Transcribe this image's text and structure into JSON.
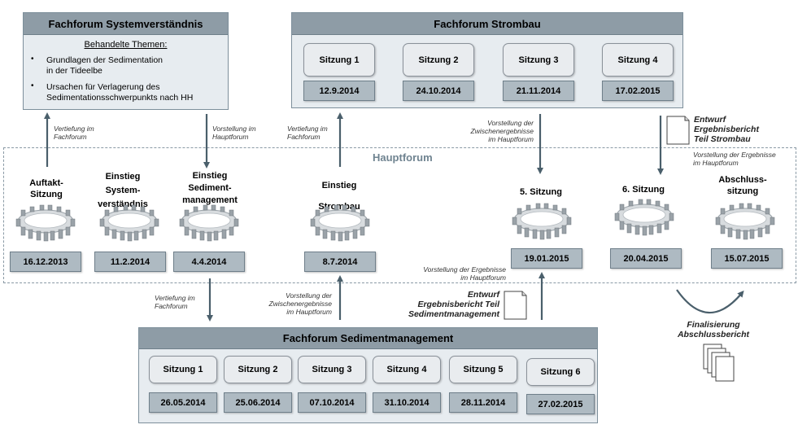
{
  "systemverstaendnis": {
    "title": "Fachforum Systemverständnis",
    "topics_heading": "Behandelte Themen:",
    "topic1_line1": "Grundlagen der Sedimentation",
    "topic1_line2": "in der Tideelbe",
    "topic2_line1": "Ursachen für Verlagerung des",
    "topic2_line2": "Sedimentationsschwerpunkts nach HH"
  },
  "strombau": {
    "title": "Fachforum Strombau",
    "sessions": [
      {
        "label": "Sitzung 1",
        "date": "12.9.2014"
      },
      {
        "label": "Sitzung 2",
        "date": "24.10.2014"
      },
      {
        "label": "Sitzung 3",
        "date": "21.11.2014"
      },
      {
        "label": "Sitzung 4",
        "date": "17.02.2015"
      }
    ]
  },
  "sedimentmanagement": {
    "title": "Fachforum Sedimentmanagement",
    "sessions": [
      {
        "label": "Sitzung 1",
        "date": "26.05.2014"
      },
      {
        "label": "Sitzung 2",
        "date": "25.06.2014"
      },
      {
        "label": "Sitzung 3",
        "date": "07.10.2014"
      },
      {
        "label": "Sitzung 4",
        "date": "31.10.2014"
      },
      {
        "label": "Sitzung 5",
        "date": "28.11.2014"
      },
      {
        "label": "Sitzung 6",
        "date": "27.02.2015"
      }
    ]
  },
  "hauptforum": {
    "title": "Hauptforum",
    "meetings": [
      {
        "l1": "Auftakt-",
        "l2": "Sitzung",
        "l3": "",
        "date": "16.12.2013"
      },
      {
        "l1": "Einstieg",
        "l2": "System-",
        "l3": "verständnis",
        "date": "11.2.2014"
      },
      {
        "l1": "Einstieg",
        "l2": "Sediment-",
        "l3": "management",
        "date": "4.4.2014"
      },
      {
        "l1": "Einstieg",
        "l2": "Strombau",
        "l3": "",
        "date": "8.7.2014"
      },
      {
        "l1": "5. Sitzung",
        "l2": "",
        "l3": "",
        "date": "19.01.2015"
      },
      {
        "l1": "6. Sitzung",
        "l2": "",
        "l3": "",
        "date": "20.04.2015"
      },
      {
        "l1": "Abschluss-",
        "l2": "sitzung",
        "l3": "",
        "date": "15.07.2015"
      }
    ]
  },
  "notes": {
    "vertiefung_a1": "Vertiefung im",
    "vertiefung_a2": "Fachforum",
    "vorstellung_a1": "Vorstellung im",
    "vorstellung_a2": "Hauptforum",
    "vertiefung_b1": "Vertiefung im",
    "vertiefung_b2": "Fachforum",
    "zwischen_a1": "Vorstellung der",
    "zwischen_a2": "Zwischenergebnisse",
    "zwischen_a3": "im Hauptforum",
    "ergebnisse_a1": "Vorstellung der Ergebnisse",
    "ergebnisse_a2": "im Hauptforum",
    "vertiefung_c1": "Vertiefung im",
    "vertiefung_c2": "Fachforum",
    "zwischen_b1": "Vorstellung der",
    "zwischen_b2": "Zwischenergebnisse",
    "zwischen_b3": "im Hauptforum",
    "ergebnisse_b1": "Vorstellung der Ergebnisse",
    "ergebnisse_b2": "im Hauptforum"
  },
  "documents": {
    "strombau_l1": "Entwurf",
    "strombau_l2": "Ergebnisbericht",
    "strombau_l3": "Teil Strombau",
    "sed_l1": "Entwurf",
    "sed_l2": "Ergebnisbericht Teil",
    "sed_l3": "Sedimentmanagement",
    "final_l1": "Finalisierung",
    "final_l2": "Abschlussbericht"
  },
  "colors": {
    "title_bar": "#8e9ca6",
    "panel": "#e7ecf0",
    "date_box": "#aebac2",
    "arrow": "#4a5f6b"
  }
}
